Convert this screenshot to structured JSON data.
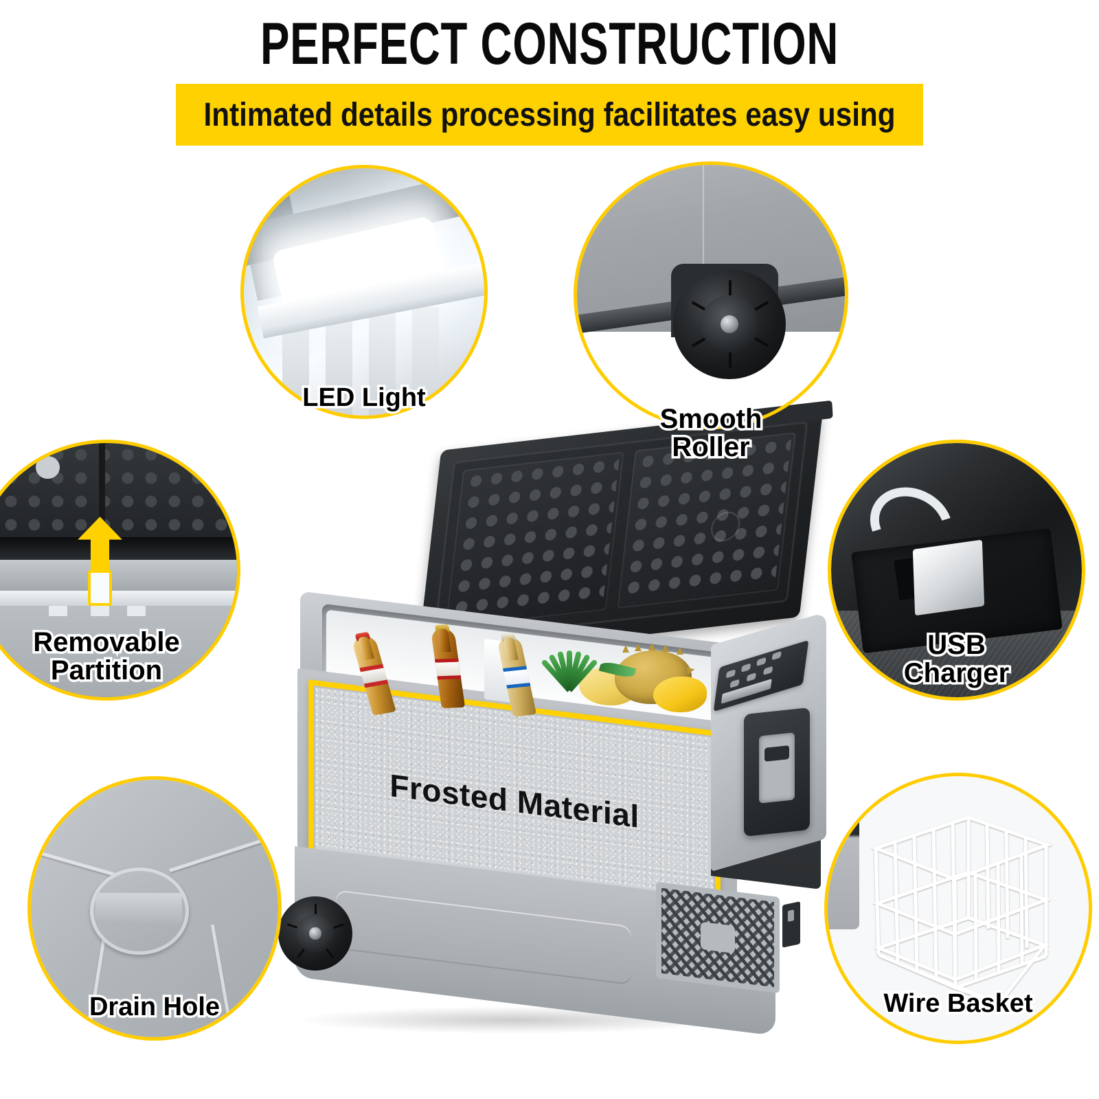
{
  "header": {
    "title": "PERFECT CONSTRUCTION",
    "subtitle": "Intimated details processing facilitates easy using",
    "banner_color": "#FFD100",
    "title_color": "#0a0a0a"
  },
  "theme": {
    "accent_yellow": "#FFD100",
    "ring_yellow": "#FFCC00",
    "background": "#FFFFFF",
    "text_dark": "#111111"
  },
  "callouts": [
    {
      "id": "led-light",
      "label": "LED Light",
      "icon": "led-light-icon",
      "position": "top-left"
    },
    {
      "id": "smooth-roller",
      "label": "Smooth\nRoller",
      "icon": "wheel-icon",
      "position": "top-right"
    },
    {
      "id": "removable-partition",
      "label": "Removable\nPartition",
      "icon": "partition-arrow-icon",
      "position": "middle-left"
    },
    {
      "id": "usb-charger",
      "label": "USB\nCharger",
      "icon": "usb-plug-icon",
      "position": "middle-right"
    },
    {
      "id": "drain-hole",
      "label": "Drain Hole",
      "icon": "drain-hole-icon",
      "position": "bottom-left"
    },
    {
      "id": "wire-basket",
      "label": "Wire Basket",
      "icon": "wire-basket-icon",
      "position": "bottom-right"
    }
  ],
  "product": {
    "name": "portable car refrigerator",
    "frosted_panel_label": "Frosted Material",
    "lid": {
      "finish": "black dimpled",
      "panels": 2
    },
    "contents": [
      {
        "item": "beer bottle",
        "count": 3
      },
      {
        "item": "pineapple",
        "count": 1
      },
      {
        "item": "durian",
        "count": 1
      },
      {
        "item": "mango",
        "count": 1
      }
    ],
    "features": [
      "control-panel",
      "folding-handle",
      "ventilation-grille",
      "side-power-port",
      "wheel"
    ]
  }
}
